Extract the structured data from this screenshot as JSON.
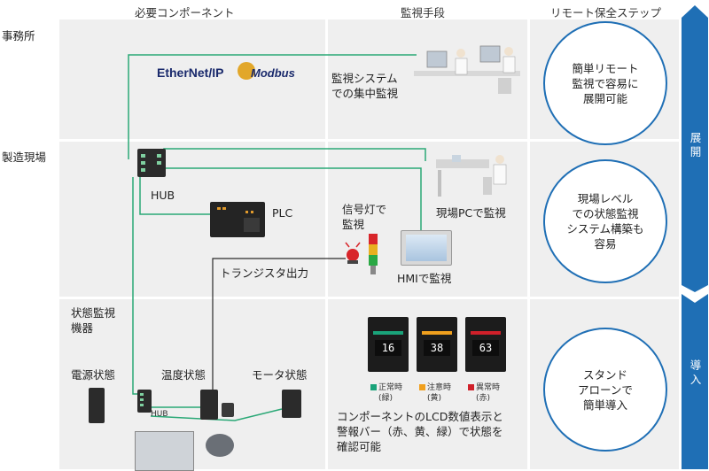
{
  "headers": {
    "components": "必要コンポーネント",
    "monitoring": "監視手段",
    "steps": "リモート保全ステップ"
  },
  "rows": {
    "office": "事務所",
    "factory": "製造現場"
  },
  "network": {
    "ethernetip": "EtherNet/IP",
    "modbus": "Modbus"
  },
  "labels": {
    "central": "監視システム\nでの集中監視",
    "hub_top": "HUB",
    "plc": "PLC",
    "signal": "信号灯で\n監視",
    "site_pc": "現場PCで監視",
    "hmi": "HMIで監視",
    "transistor": "トランジスタ出力",
    "condition_device": "状態監視\n機器",
    "power": "電源状態",
    "temp": "温度状態",
    "motor": "モータ状態",
    "hub_bottom": "HUB",
    "lcd_desc": "コンポーネントのLCD数値表示と\n警報バー（赤、黄、緑）で状態を\n確認可能"
  },
  "lcd": [
    {
      "value": "16",
      "status": "正常時\n(緑)",
      "color": "#1aa37a"
    },
    {
      "value": "38",
      "status": "注意時\n(黄)",
      "color": "#f0a01e"
    },
    {
      "value": "63",
      "status": "異常時\n(赤)",
      "color": "#d0202a"
    }
  ],
  "steps": {
    "step1": "簡単リモート\n監視で容易に\n展開可能",
    "step2": "現場レベル\nでの状態監視\nシステム構築も\n容易",
    "step3": "スタンド\nアローンで\n簡単導入"
  },
  "arrow": {
    "expand": "展\n開",
    "intro": "導\n入"
  },
  "colors": {
    "accent": "#1f6fb5",
    "network_line": "#2aa876"
  }
}
